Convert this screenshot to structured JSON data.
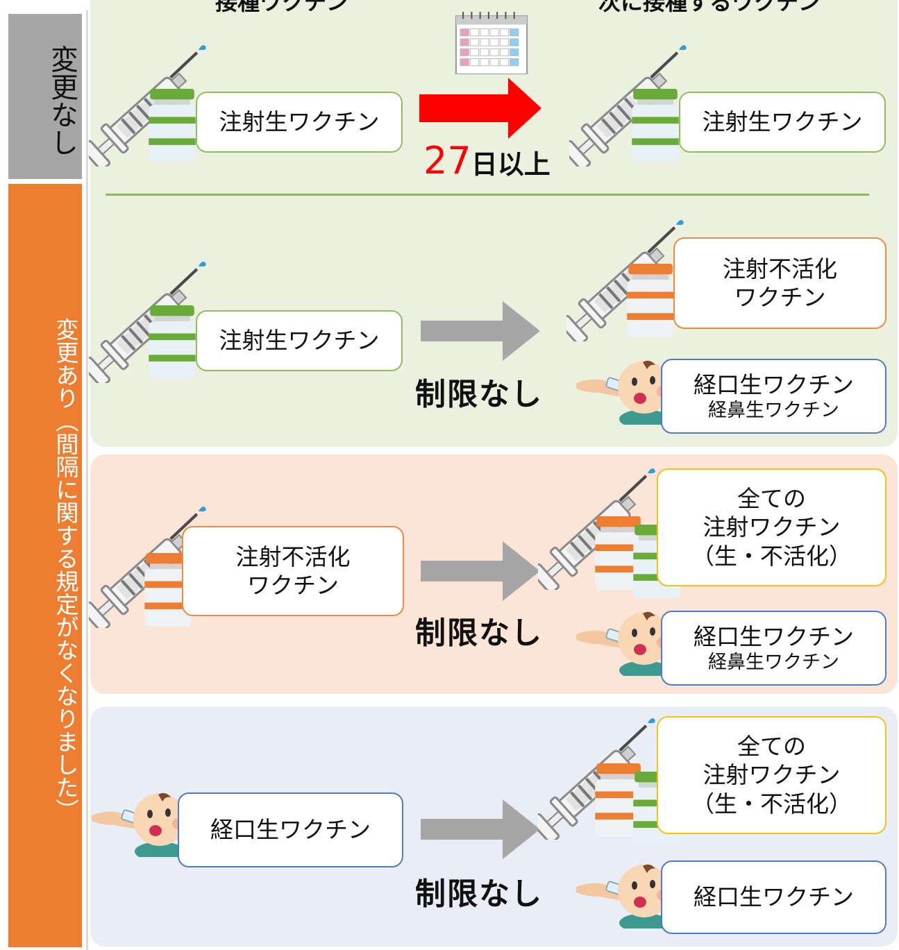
{
  "side": {
    "no_change": "変更なし",
    "changed": "変更あり（間隔に関する規定がなくなりました）"
  },
  "headers": {
    "current": "接種ワクチン",
    "next": "次に接種するワクチン"
  },
  "row1": {
    "source": "注射生ワクチン",
    "target": "注射生ワクチン",
    "interval_number": "27",
    "interval_unit": "日以上"
  },
  "row2": {
    "source": "注射生ワクチン",
    "target_injection_line1": "注射不活化",
    "target_injection_line2": "ワクチン",
    "target_oral_line1": "経口生ワクチン",
    "target_oral_line2": "経鼻生ワクチン",
    "restriction": "制限なし"
  },
  "row3": {
    "source_line1": "注射不活化",
    "source_line2": "ワクチン",
    "target_all_line1": "全ての",
    "target_all_line2": "注射ワクチン",
    "target_all_line3": "（生・不活化）",
    "target_oral_line1": "経口生ワクチン",
    "target_oral_line2": "経鼻生ワクチン",
    "restriction": "制限なし"
  },
  "row4": {
    "source": "経口生ワクチン",
    "target_all_line1": "全ての",
    "target_all_line2": "注射ワクチン",
    "target_all_line3": "（生・不活化）",
    "target_oral": "経口生ワクチン",
    "restriction": "制限なし"
  },
  "colors": {
    "live_vaccine_cap": "#6aaa3a",
    "inactivated_vaccine_cap": "#ed7d31",
    "arrow_red": "#ff0000",
    "arrow_gray": "#a6a6a6"
  }
}
